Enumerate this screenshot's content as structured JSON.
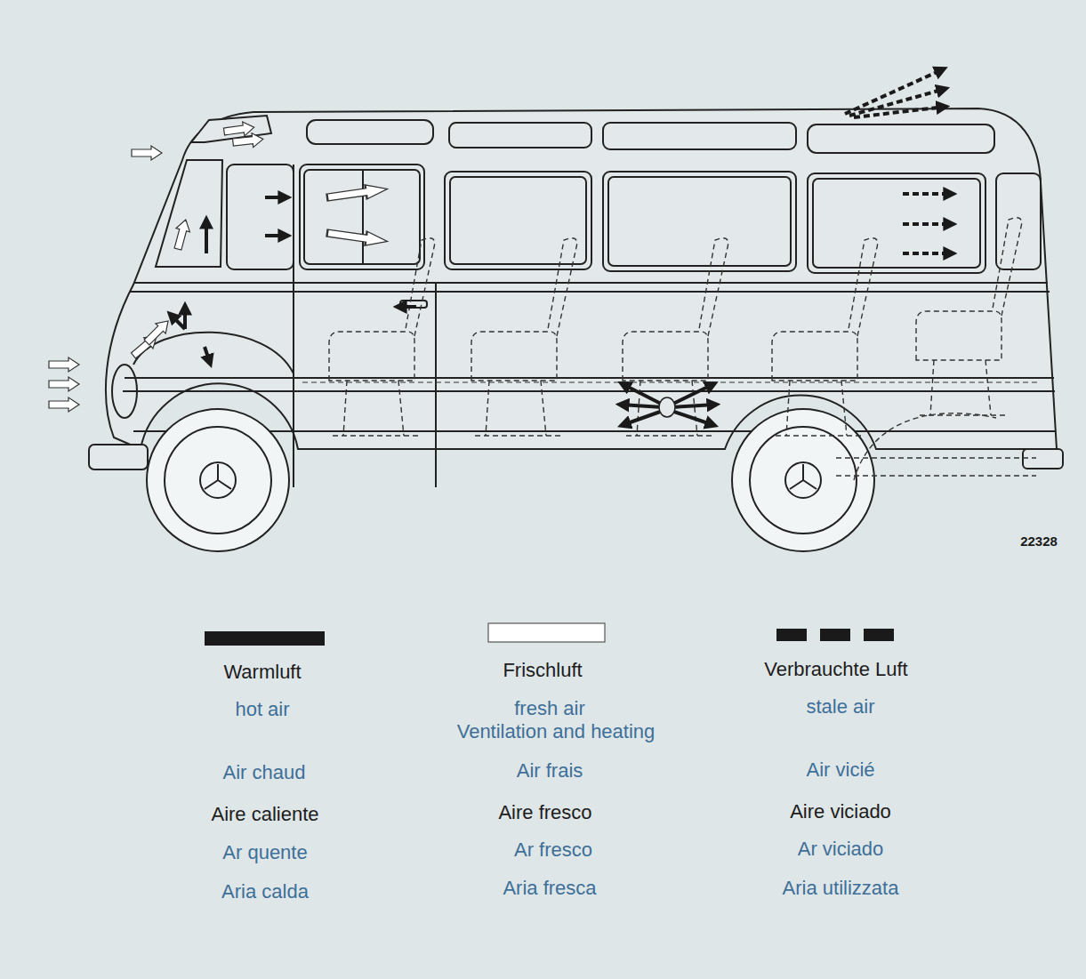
{
  "diagram": {
    "labels": [
      "22328",
      "hot air",
      "fresh air",
      "stale air",
      "Ventilation and heating",
      "Air chaud",
      "Air frais",
      "Air vicié",
      "Aire caliente",
      "Aire fresco",
      "Aire viciado",
      "Ar quente",
      "Ar fresco",
      "Ar viciado",
      "Aria calda",
      "Aria fresca",
      "Aria utilizzata"
    ],
    "legend": [
      {
        "text": "Warmluft",
        "color": "#1a1a1a"
      },
      {
        "text": "Frischluft"
      },
      {
        "text": "Verbrauchte Luft"
      }
    ]
  }
}
